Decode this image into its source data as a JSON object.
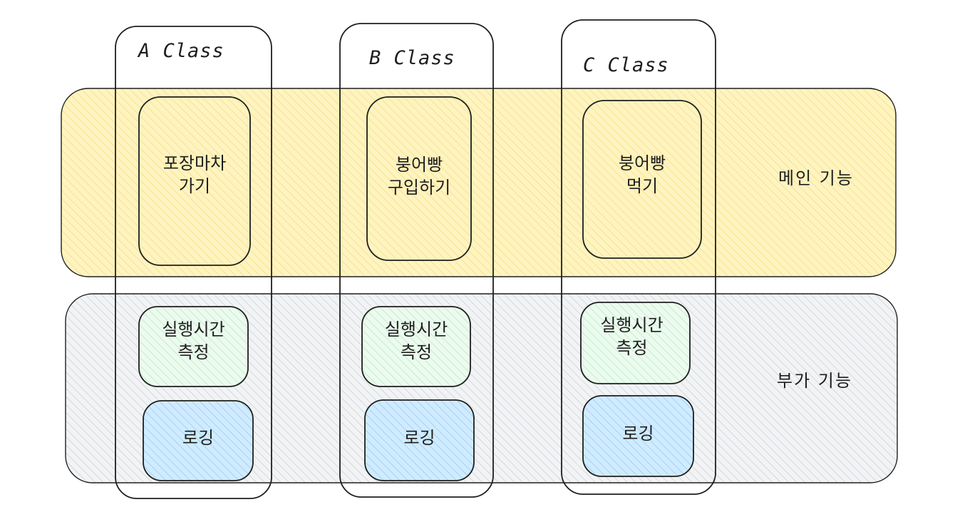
{
  "colors": {
    "stroke": "#1e1e1e",
    "main_band_fill": "#fff3bf",
    "main_band_hatch": "#eadc7a",
    "sub_band_fill": "#f1f3f5",
    "sub_band_hatch": "#c4c8cc",
    "measure_fill": "#ebfbee",
    "measure_hatch": "#b2e0bb",
    "log_fill": "#d0ebff",
    "log_hatch": "#89c3ea"
  },
  "bands": {
    "main_label": "메인 기능",
    "sub_label": "부가 기능"
  },
  "classes": [
    {
      "title": "A Class",
      "main_feature": "포장마차\n가기",
      "measure": "실행시간\n측정",
      "log": "로깅"
    },
    {
      "title": "B Class",
      "main_feature": "붕어빵\n구입하기",
      "measure": "실행시간\n측정",
      "log": "로깅"
    },
    {
      "title": "C Class",
      "main_feature": "붕어빵\n먹기",
      "measure": "실행시간\n측정",
      "log": "로깅"
    }
  ]
}
